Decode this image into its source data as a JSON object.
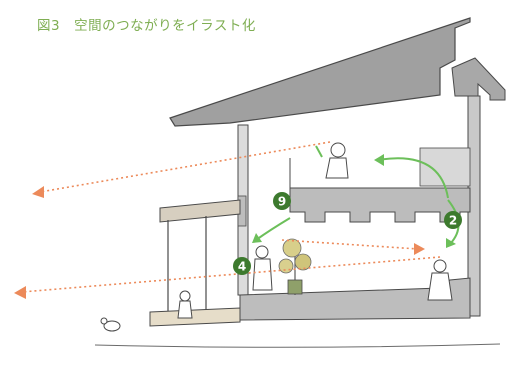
{
  "caption": {
    "figure_label": "図3",
    "title": "空間のつながりをイラスト化"
  },
  "markers": [
    {
      "id": "marker-9",
      "label": "9"
    },
    {
      "id": "marker-2",
      "label": "2"
    },
    {
      "id": "marker-4",
      "label": "4"
    }
  ],
  "colors": {
    "caption": "#7fae53",
    "marker_fill": "#3d7a2e",
    "marker_text": "#ffffff",
    "arrow_orange": "#ec8a5a",
    "arrow_green": "#6cbf5a",
    "roof": "#9e9e9e",
    "wall": "#c4c4c4",
    "sketch_line": "#4a4a4a"
  }
}
